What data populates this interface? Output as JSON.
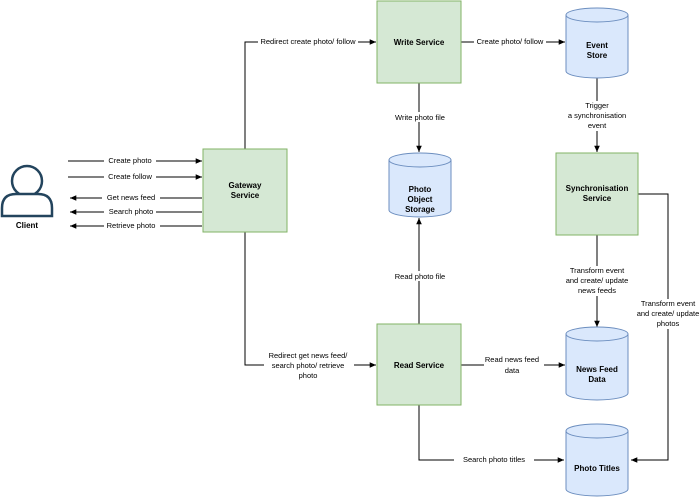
{
  "colors": {
    "service_fill": "#d5e8d4",
    "service_stroke": "#82b366",
    "store_fill": "#dae8fc",
    "store_stroke": "#6c8ebf",
    "edge": "#000000",
    "client_stroke": "#23445d"
  },
  "nodes": {
    "client": {
      "label": "Client"
    },
    "gateway": {
      "line1": "Gateway",
      "line2": "Service"
    },
    "write_service": {
      "label": "Write Service"
    },
    "read_service": {
      "label": "Read Service"
    },
    "sync_service": {
      "line1": "Synchronisation",
      "line2": "Service"
    },
    "event_store": {
      "line1": "Event",
      "line2": "Store"
    },
    "photo_storage": {
      "line1": "Photo",
      "line2": "Object",
      "line3": "Storage"
    },
    "news_feed_data": {
      "line1": "News Feed",
      "line2": "Data"
    },
    "photo_titles": {
      "label": "Photo Titles"
    }
  },
  "edges": {
    "create_photo": "Create photo",
    "create_follow": "Create follow",
    "get_news_feed": "Get news feed",
    "search_photo": "Search photo",
    "retrieve_photo": "Retrieve photo",
    "redirect_create": "Redirect create photo/ follow",
    "write_to_event_store": "Create photo/ follow",
    "write_photo_file": "Write photo file",
    "read_photo_file": "Read photo file",
    "trigger": {
      "line1": "Trigger",
      "line2": "a synchronisation",
      "line3": "event"
    },
    "redirect_read": {
      "line1": "Redirect get news feed/",
      "line2": "search photo/ retrieve",
      "line3": "photo"
    },
    "read_news_feed": {
      "line1": "Read news feed",
      "line2": "data"
    },
    "transform_news": {
      "line1": "Transform event",
      "line2": "and create/ update",
      "line3": "news feeds"
    },
    "transform_photos": {
      "line1": "Transform event",
      "line2": "and create/ update",
      "line3": "photos"
    },
    "search_titles": "Search photo titles"
  }
}
